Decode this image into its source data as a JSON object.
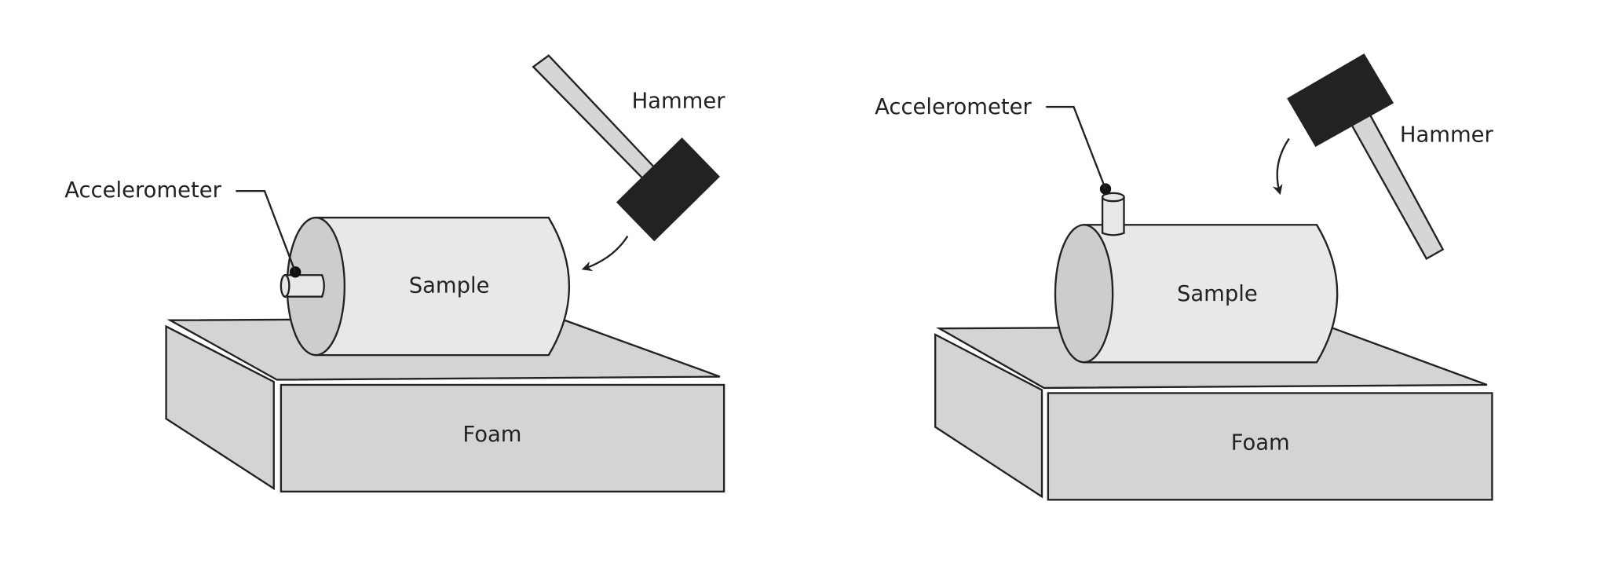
{
  "diagrams": [
    {
      "accelerometer_label": "Accelerometer",
      "hammer_label": "Hammer",
      "sample_label": "Sample",
      "foam_label": "Foam"
    },
    {
      "accelerometer_label": "Accelerometer",
      "hammer_label": "Hammer",
      "sample_label": "Sample",
      "foam_label": "Foam"
    }
  ],
  "colors": {
    "foam": "#d4d4d4",
    "sample": "#e8e8e8",
    "hammer_head": "#222222",
    "line": "#222222"
  }
}
